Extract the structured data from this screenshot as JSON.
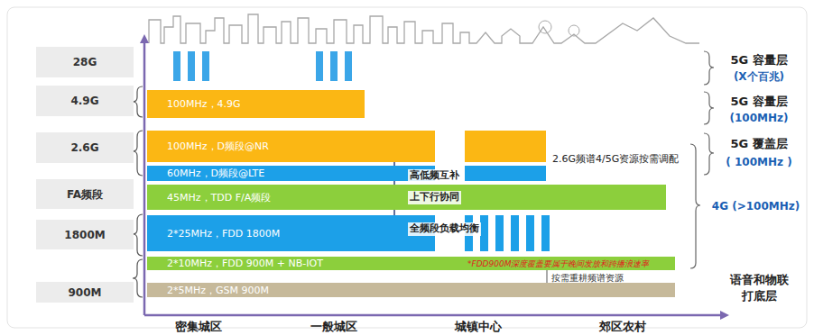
{
  "diagram": {
    "nodes": [
      {
        "text": [
          "28G"
        ]
      },
      {
        "text": [
          "4.9G"
        ]
      },
      {
        "text": [
          "100MHz，4.9G"
        ]
      },
      {
        "text": [
          "2.6G"
        ]
      },
      {
        "text": [
          "100MHz，D频段@NR"
        ]
      },
      {
        "text": [
          "60MHz，D频段@LTE"
        ]
      },
      {
        "text": [
          "FA频段"
        ]
      },
      {
        "text": [
          "45MHz，TDD F/A频段"
        ]
      },
      {
        "text": [
          "1800M"
        ]
      },
      {
        "text": [
          "2*25MHz，FDD 1800M"
        ]
      },
      {
        "text": [
          "2*10MHz，FDD 900M + NB-IOT"
        ]
      },
      {
        "text": [
          "900M"
        ]
      },
      {
        "text": [
          "2*5MHz，GSM 900M"
        ]
      }
    ],
    "labels": [
      "5G 容量层",
      "(X个百兆)",
      "5G 容量层",
      "(100MHz)",
      "5G 覆盖层",
      "( 100MHz )",
      "4G (>100MHz)",
      "语音和物联 打底层",
      "高低频互补",
      "上下行协同",
      "全频段负载均衡",
      "2.6G频谱4/5G资源按需调配",
      "*FDD900M深度覆盖要属于晚间发放和跨播浪速率",
      "按需重耕频谱资源",
      "密集城区",
      "一般城区",
      "城镇中心",
      "郊区农村"
    ]
  }
}
